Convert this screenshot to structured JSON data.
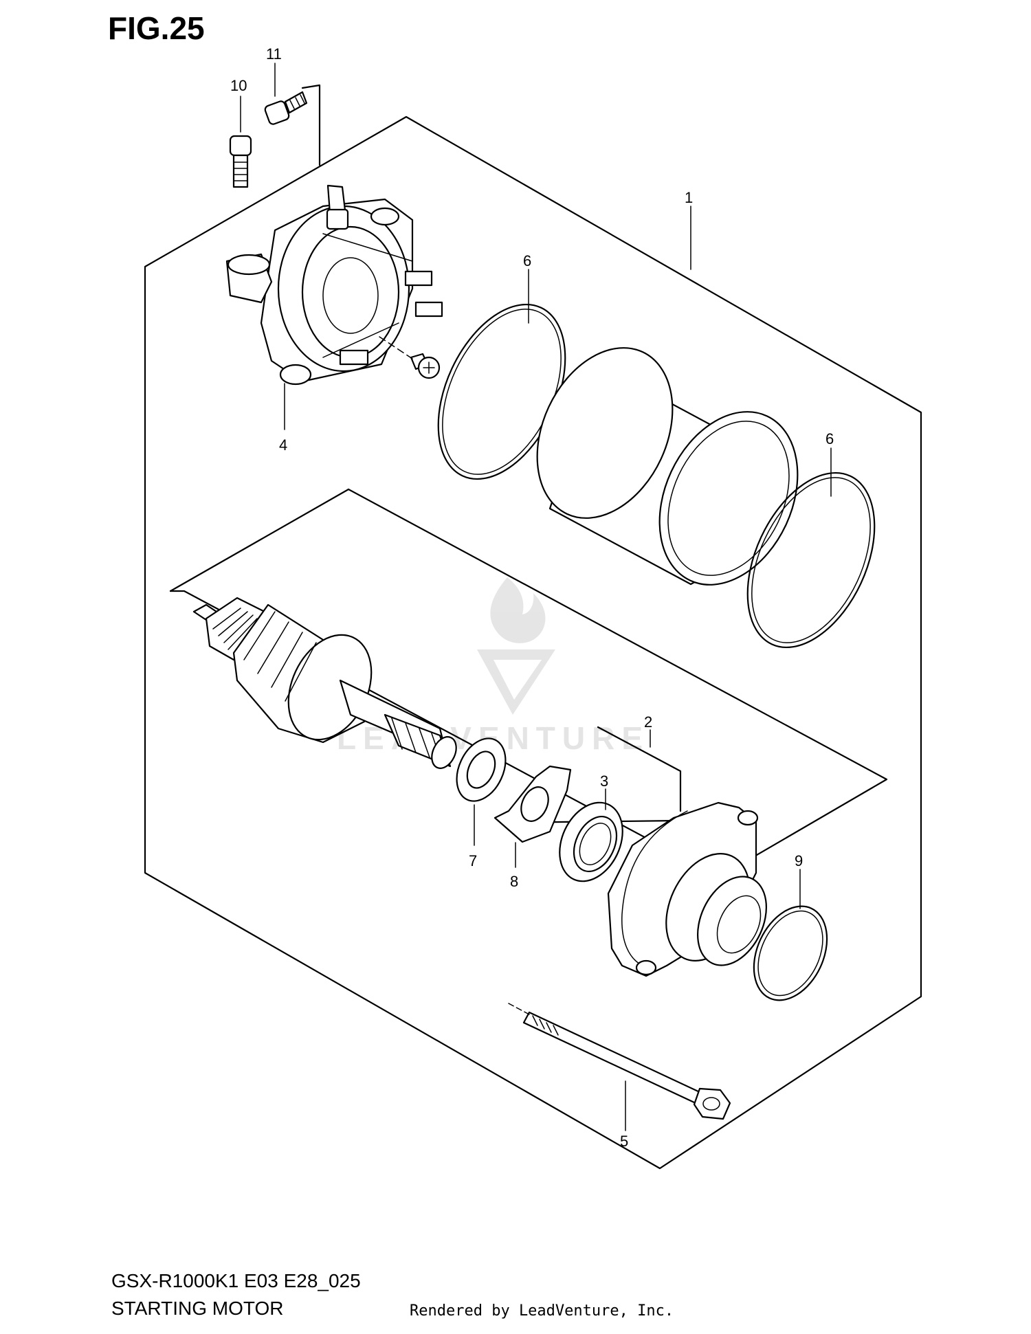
{
  "figure": {
    "title": "FIG.25",
    "model_code": "GSX-R1000K1 E03 E28_025",
    "name": "STARTING MOTOR",
    "rendered_by": "Rendered by LeadVenture, Inc."
  },
  "watermark": {
    "text": "LEADVENTURE"
  },
  "callouts": {
    "c1": "1",
    "c2": "2",
    "c3": "3",
    "c4": "4",
    "c5": "5",
    "c6a": "6",
    "c6b": "6",
    "c7": "7",
    "c8": "8",
    "c9": "9",
    "c10": "10",
    "c11": "11"
  },
  "parts": [
    {
      "ref": "1",
      "part": "starting-motor-assembly"
    },
    {
      "ref": "2",
      "part": "front-housing"
    },
    {
      "ref": "3",
      "part": "oil-seal"
    },
    {
      "ref": "4",
      "part": "rear-housing-brush-holder"
    },
    {
      "ref": "5",
      "part": "through-bolt"
    },
    {
      "ref": "6",
      "part": "o-ring"
    },
    {
      "ref": "7",
      "part": "washer"
    },
    {
      "ref": "8",
      "part": "lock-washer"
    },
    {
      "ref": "9",
      "part": "o-ring"
    },
    {
      "ref": "10",
      "part": "bolt"
    },
    {
      "ref": "11",
      "part": "bolt"
    }
  ]
}
